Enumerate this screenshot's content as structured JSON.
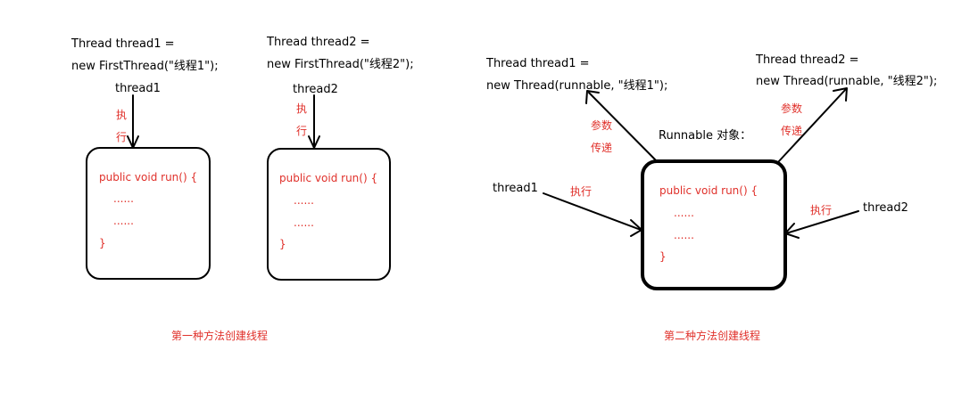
{
  "colors": {
    "code": "#e0302a",
    "text": "#000000",
    "line": "#000000"
  },
  "left": {
    "decl1_line1": "Thread thread1 =",
    "decl1_line2": "new FirstThread(\"线程1\");",
    "decl2_line1": "Thread thread2 =",
    "decl2_line2": "new FirstThread(\"线程2\");",
    "thread1_label": "thread1",
    "thread2_label": "thread2",
    "exec_char1": "执",
    "exec_char2": "行",
    "code": [
      "public void run() {",
      "......",
      "......",
      "}"
    ],
    "caption": "第一种方法创建线程"
  },
  "right": {
    "decl1_line1": "Thread thread1 =",
    "decl1_line2": "new Thread(runnable, \"线程1\");",
    "decl2_line1": "Thread thread2 =",
    "decl2_line2": "new Thread(runnable, \"线程2\");",
    "runnable_label": "Runnable 对象：",
    "param_line1": "参数",
    "param_line2": "传递",
    "thread1_label": "thread1",
    "thread2_label": "thread2",
    "exec_label": "执行",
    "code": [
      "public void run() {",
      "......",
      "......",
      "}"
    ],
    "caption": "第二种方法创建线程"
  }
}
